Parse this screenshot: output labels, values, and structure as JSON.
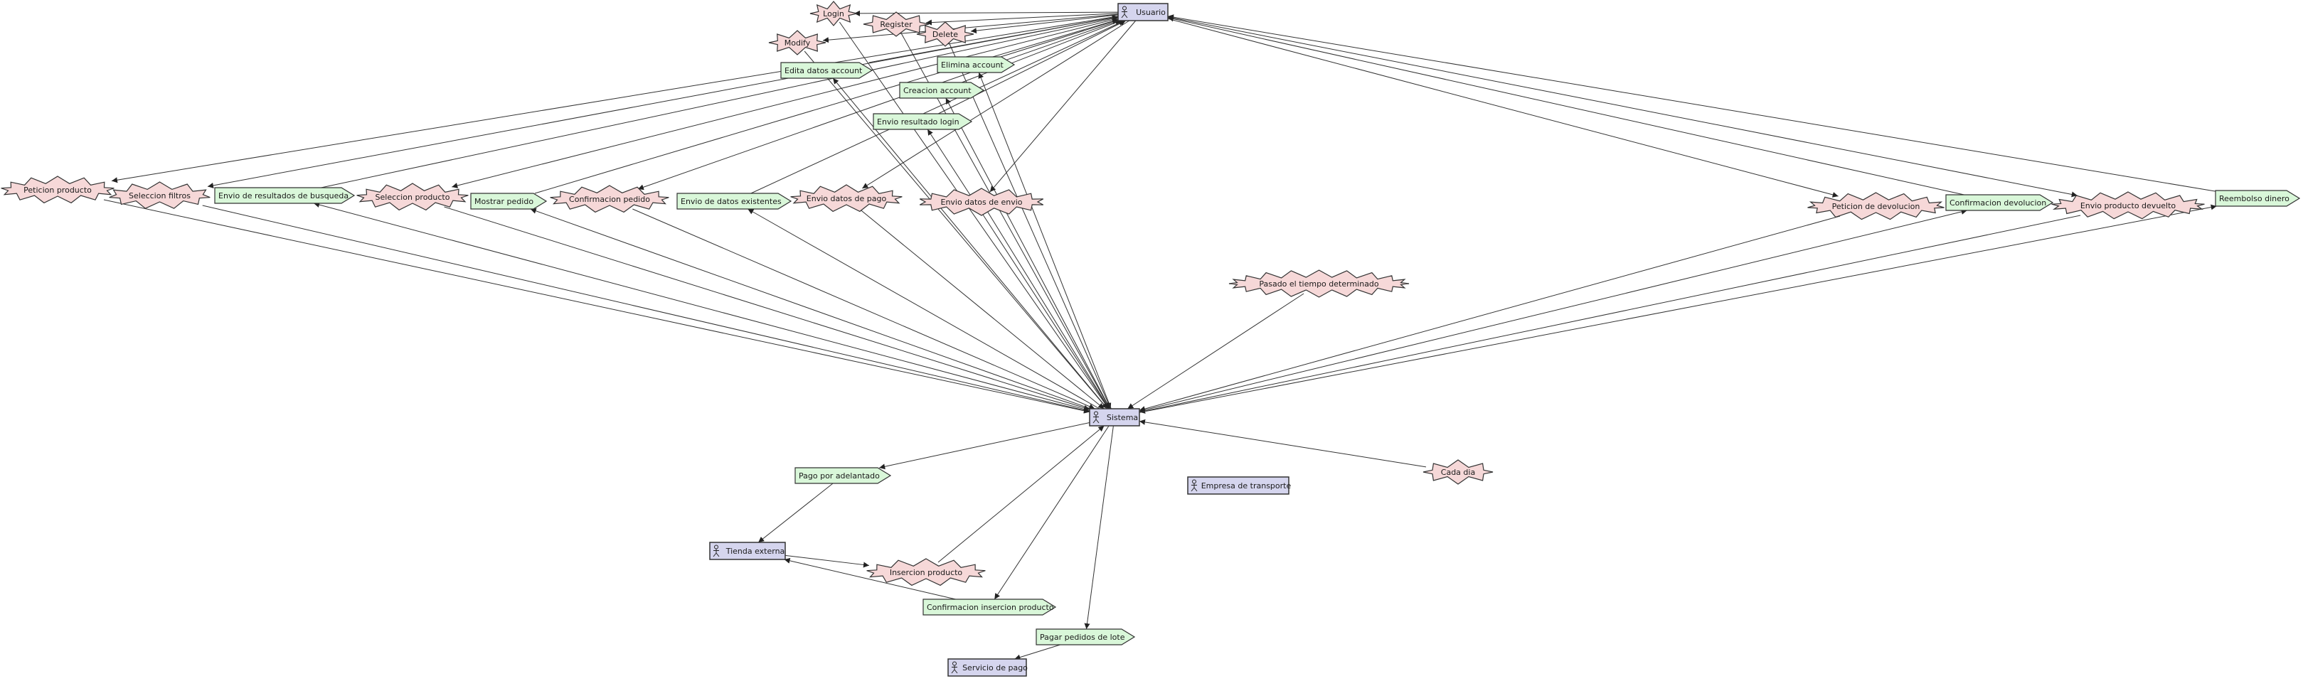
{
  "colors": {
    "actor_fill": "#d5d5ee",
    "event_fill": "#f6d8d8",
    "signal_fill": "#d9f7d9",
    "stroke": "#333333"
  },
  "actors": [
    {
      "id": "usuario",
      "label": "Usuario"
    },
    {
      "id": "sistema",
      "label": "Sistema"
    },
    {
      "id": "tienda",
      "label": "Tienda externa"
    },
    {
      "id": "empresa",
      "label": "Empresa de transporte"
    },
    {
      "id": "servicio",
      "label": "Servicio de pago"
    }
  ],
  "events": [
    {
      "id": "login",
      "label": "Login"
    },
    {
      "id": "register",
      "label": "Register"
    },
    {
      "id": "delete",
      "label": "Delete"
    },
    {
      "id": "modify",
      "label": "Modify"
    },
    {
      "id": "peticion_producto",
      "label": "Peticion producto"
    },
    {
      "id": "seleccion_filtros",
      "label": "Seleccion filtros"
    },
    {
      "id": "seleccion_producto",
      "label": "Seleccion producto"
    },
    {
      "id": "confirmacion_pedido",
      "label": "Confirmacion pedido"
    },
    {
      "id": "envio_datos_pago",
      "label": "Envio datos de pago"
    },
    {
      "id": "envio_datos_envio",
      "label": "Envio datos de envio"
    },
    {
      "id": "peticion_devolucion",
      "label": "Peticion de devolucion"
    },
    {
      "id": "envio_producto_devuelto",
      "label": "Envio producto devuelto"
    },
    {
      "id": "pasado_tiempo",
      "label": "Pasado el tiempo determinado"
    },
    {
      "id": "cada_dia",
      "label": "Cada dia"
    },
    {
      "id": "insercion_producto",
      "label": "Insercion producto"
    }
  ],
  "signals": [
    {
      "id": "edita_datos",
      "label": "Edita datos account"
    },
    {
      "id": "elimina_account",
      "label": "Elimina account"
    },
    {
      "id": "creacion_account",
      "label": "Creacion account"
    },
    {
      "id": "envio_resultado_login",
      "label": "Envio resultado login"
    },
    {
      "id": "envio_resultados_busqueda",
      "label": "Envio de resultados de busqueda"
    },
    {
      "id": "mostrar_pedido",
      "label": "Mostrar pedido"
    },
    {
      "id": "envio_datos_existentes",
      "label": "Envio de datos existentes"
    },
    {
      "id": "confirmacion_devolucion",
      "label": "Confirmacion devolucion"
    },
    {
      "id": "reembolso_dinero",
      "label": "Reembolso dinero"
    },
    {
      "id": "pago_adelantado",
      "label": "Pago por adelantado"
    },
    {
      "id": "confirmacion_insercion",
      "label": "Confirmacion insercion producto"
    },
    {
      "id": "pagar_pedidos_lote",
      "label": "Pagar pedidos de lote"
    }
  ],
  "edges": [
    {
      "from": "usuario",
      "to": "login"
    },
    {
      "from": "usuario",
      "to": "register"
    },
    {
      "from": "usuario",
      "to": "delete"
    },
    {
      "from": "usuario",
      "to": "modify"
    },
    {
      "from": "login",
      "to": "sistema"
    },
    {
      "from": "register",
      "to": "sistema"
    },
    {
      "from": "delete",
      "to": "sistema"
    },
    {
      "from": "modify",
      "to": "sistema"
    },
    {
      "from": "sistema",
      "to": "edita_datos"
    },
    {
      "from": "edita_datos",
      "to": "usuario"
    },
    {
      "from": "sistema",
      "to": "elimina_account"
    },
    {
      "from": "elimina_account",
      "to": "usuario"
    },
    {
      "from": "sistema",
      "to": "creacion_account"
    },
    {
      "from": "creacion_account",
      "to": "usuario"
    },
    {
      "from": "sistema",
      "to": "envio_resultado_login"
    },
    {
      "from": "envio_resultado_login",
      "to": "usuario"
    },
    {
      "from": "usuario",
      "to": "peticion_producto"
    },
    {
      "from": "peticion_producto",
      "to": "sistema"
    },
    {
      "from": "usuario",
      "to": "seleccion_filtros"
    },
    {
      "from": "seleccion_filtros",
      "to": "sistema"
    },
    {
      "from": "sistema",
      "to": "envio_resultados_busqueda"
    },
    {
      "from": "envio_resultados_busqueda",
      "to": "usuario"
    },
    {
      "from": "usuario",
      "to": "seleccion_producto"
    },
    {
      "from": "seleccion_producto",
      "to": "sistema"
    },
    {
      "from": "sistema",
      "to": "mostrar_pedido"
    },
    {
      "from": "mostrar_pedido",
      "to": "usuario"
    },
    {
      "from": "usuario",
      "to": "confirmacion_pedido"
    },
    {
      "from": "confirmacion_pedido",
      "to": "sistema"
    },
    {
      "from": "sistema",
      "to": "envio_datos_existentes"
    },
    {
      "from": "envio_datos_existentes",
      "to": "usuario"
    },
    {
      "from": "usuario",
      "to": "envio_datos_pago"
    },
    {
      "from": "envio_datos_pago",
      "to": "sistema"
    },
    {
      "from": "usuario",
      "to": "envio_datos_envio"
    },
    {
      "from": "envio_datos_envio",
      "to": "sistema"
    },
    {
      "from": "usuario",
      "to": "peticion_devolucion"
    },
    {
      "from": "peticion_devolucion",
      "to": "sistema"
    },
    {
      "from": "sistema",
      "to": "confirmacion_devolucion"
    },
    {
      "from": "confirmacion_devolucion",
      "to": "usuario"
    },
    {
      "from": "usuario",
      "to": "envio_producto_devuelto"
    },
    {
      "from": "envio_producto_devuelto",
      "to": "sistema"
    },
    {
      "from": "sistema",
      "to": "reembolso_dinero"
    },
    {
      "from": "reembolso_dinero",
      "to": "usuario"
    },
    {
      "from": "pasado_tiempo",
      "to": "sistema"
    },
    {
      "from": "cada_dia",
      "to": "sistema"
    },
    {
      "from": "sistema",
      "to": "pago_adelantado"
    },
    {
      "from": "pago_adelantado",
      "to": "tienda"
    },
    {
      "from": "tienda",
      "to": "insercion_producto"
    },
    {
      "from": "insercion_producto",
      "to": "sistema"
    },
    {
      "from": "sistema",
      "to": "confirmacion_insercion"
    },
    {
      "from": "confirmacion_insercion",
      "to": "tienda"
    },
    {
      "from": "sistema",
      "to": "pagar_pedidos_lote"
    },
    {
      "from": "pagar_pedidos_lote",
      "to": "servicio"
    }
  ]
}
